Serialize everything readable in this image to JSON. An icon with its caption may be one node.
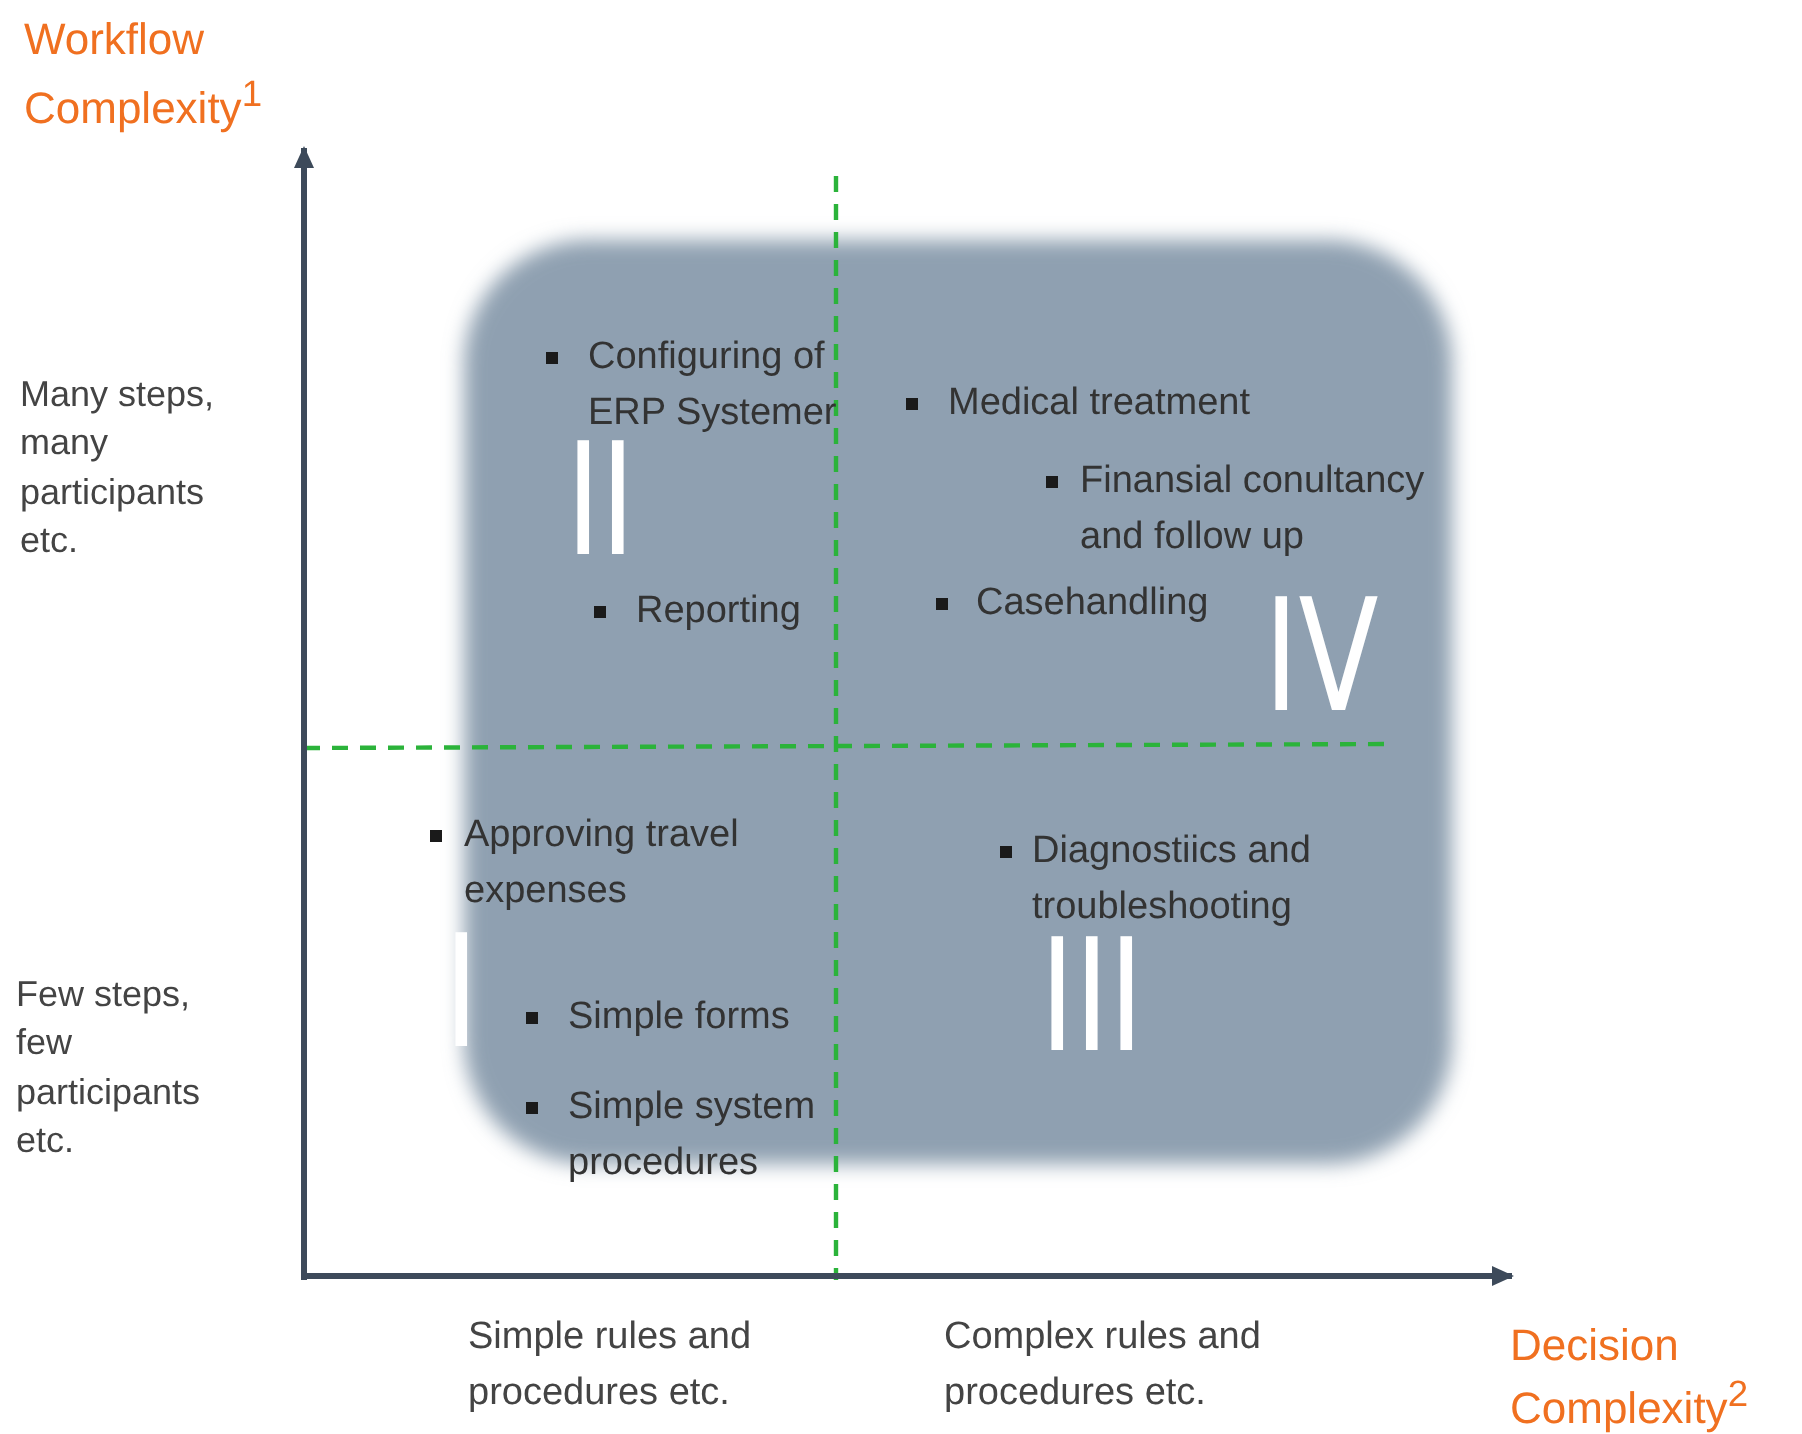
{
  "diagram": {
    "labels": [
      "Workflow Complexity$^{1}$",
      "Many steps, many participants etc.",
      "Configuring of ERP Systemer",
      "Medical treatment",
      "II",
      "IV",
      "Finansial conultancy and follow up",
      "Reporting",
      "Casehandling",
      "Approving travel expenses",
      "Diagnostiics and troubleshooting",
      "Few steps, few participants etc.",
      "I",
      "III",
      "Simple forms",
      "Simple system procedures",
      "Simple rules and procedures etc.",
      "Complex rules and procedures etc.",
      "Decision Complexity$^{2}$"
    ]
  }
}
